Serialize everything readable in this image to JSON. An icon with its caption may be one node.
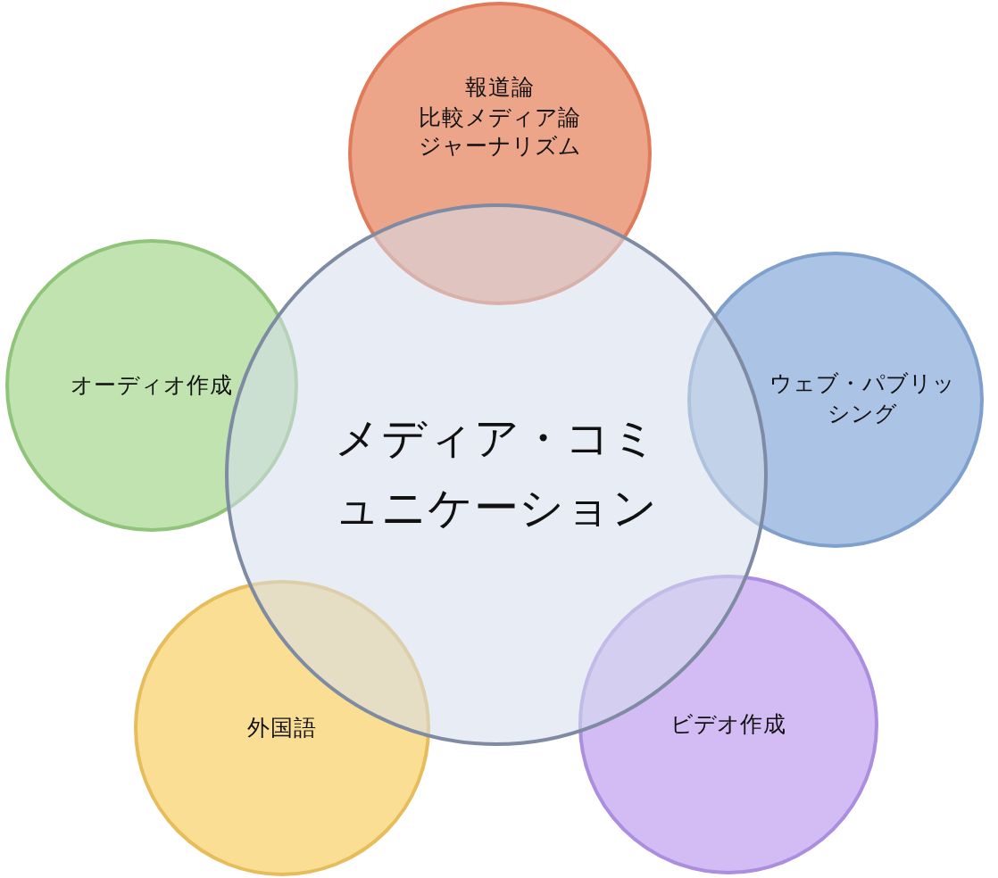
{
  "diagram": {
    "nodes": [
      {
        "text": [
          "報道論",
          "比較メディア論",
          "ジャーナリズム"
        ]
      },
      {
        "text": [
          "オーディオ作成"
        ]
      },
      {
        "text": [
          "メディア・コミュニケーション"
        ]
      },
      {
        "text": [
          "ウェブ・パブリッシング"
        ]
      },
      {
        "text": [
          "外国語"
        ]
      },
      {
        "text": [
          "ビデオ作成"
        ]
      }
    ]
  }
}
